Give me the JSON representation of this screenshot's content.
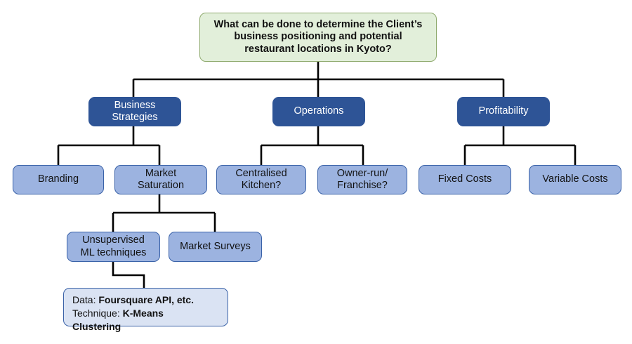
{
  "diagram": {
    "title_text": "What can be done to determine the Client’s business positioning and potential restaurant locations in Kyoto?",
    "colors": {
      "root_fill": "#e2efda",
      "root_border": "#8faa6e",
      "level2_fill": "#2e5496",
      "level3_fill": "#9cb3e0",
      "level3_border": "#3a62a8",
      "data_fill": "#dae3f3",
      "connector": "#000000"
    },
    "root": {
      "line1": "What can be done to determine the Client’s",
      "line2": "business positioning and potential",
      "line3": "restaurant locations in Kyoto?"
    },
    "level2": [
      {
        "id": "business-strategies",
        "line1": "Business",
        "line2": "Strategies"
      },
      {
        "id": "operations",
        "line1": "Operations",
        "line2": ""
      },
      {
        "id": "profitability",
        "line1": "Profitability",
        "line2": ""
      }
    ],
    "level3": [
      {
        "id": "branding",
        "line1": "Branding",
        "line2": ""
      },
      {
        "id": "market-saturation",
        "line1": "Market",
        "line2": "Saturation"
      },
      {
        "id": "centralised-kitchen",
        "line1": "Centralised",
        "line2": "Kitchen?"
      },
      {
        "id": "owner-run-franchise",
        "line1": "Owner-run/",
        "line2": "Franchise?"
      },
      {
        "id": "fixed-costs",
        "line1": "Fixed Costs",
        "line2": ""
      },
      {
        "id": "variable-costs",
        "line1": "Variable Costs",
        "line2": ""
      }
    ],
    "level4": [
      {
        "id": "unsupervised-ml-techniques",
        "line1": "Unsupervised",
        "line2": "ML techniques"
      },
      {
        "id": "market-surveys",
        "line1": "Market Surveys",
        "line2": ""
      }
    ],
    "data_box": {
      "data_label": "Data:",
      "data_value": "Foursquare API, etc.",
      "technique_label": "Technique:",
      "technique_value_line1": "K-Means",
      "technique_value_line2": "Clustering"
    }
  }
}
